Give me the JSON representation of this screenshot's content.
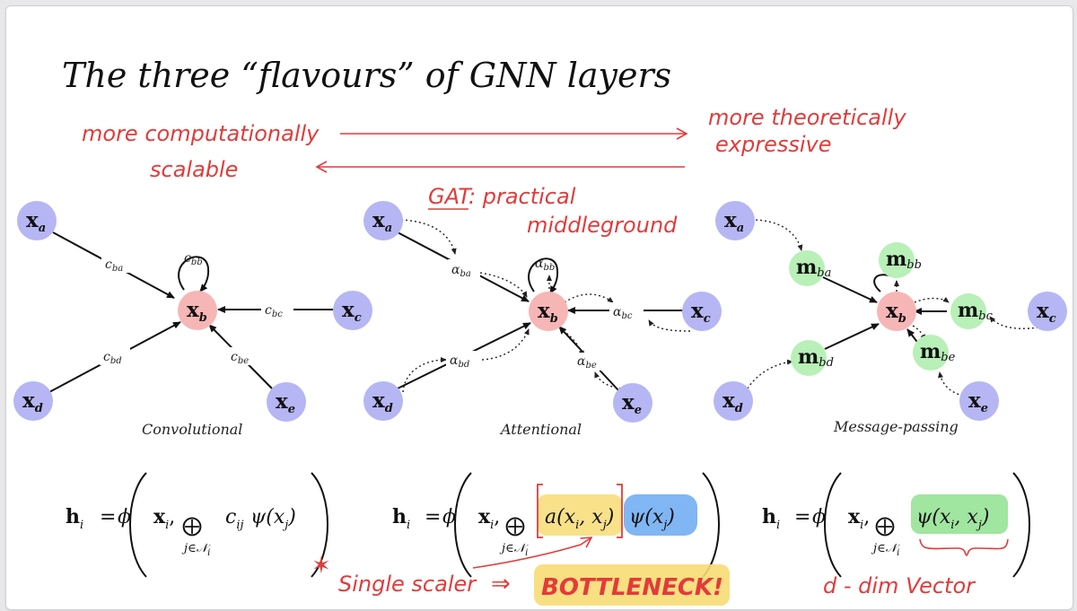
{
  "title": "The three “flavours” of GNN layers",
  "annotations": {
    "left_line1": "more  computationally",
    "left_line2": "scalable",
    "right_line1": "more  theoretically",
    "right_line2": "expressive",
    "gat_label": "GAT",
    "gat_rest": ":  practical",
    "gat_line2": "middleground",
    "single_scalar": "Single  scaler",
    "bottleneck": "BOTTLENECK!",
    "vector": "d - dim   Vector"
  },
  "nodes": {
    "xa": {
      "main": "x",
      "sub": "a"
    },
    "xb": {
      "main": "x",
      "sub": "b"
    },
    "xc": {
      "main": "x",
      "sub": "c"
    },
    "xd": {
      "main": "x",
      "sub": "d"
    },
    "xe": {
      "main": "x",
      "sub": "e"
    }
  },
  "conv_labels": {
    "ba": "c",
    "ba_sub": "ba",
    "bb": "c",
    "bb_sub": "bb",
    "bc": "c",
    "bc_sub": "bc",
    "bd": "c",
    "bd_sub": "bd",
    "be": "c",
    "be_sub": "be"
  },
  "att_labels": {
    "ba": "α",
    "ba_sub": "ba",
    "bb": "α",
    "bb_sub": "bb",
    "bc": "α",
    "bc_sub": "bc",
    "bd": "α",
    "bd_sub": "bd",
    "be": "α",
    "be_sub": "be"
  },
  "mp_labels": {
    "ba": "m",
    "ba_sub": "ba",
    "bb": "m",
    "bb_sub": "bb",
    "bc": "m",
    "bc_sub": "bc",
    "bd": "m",
    "bd_sub": "bd",
    "be": "m",
    "be_sub": "be"
  },
  "captions": {
    "conv": "Convolutional",
    "att": "Attentional",
    "mp": "Message-passing"
  },
  "equations": {
    "h": "h",
    "h_sub": "i",
    "eq": "=",
    "phi": "ϕ",
    "x": "x",
    "x_sub": "i",
    "comma": ",",
    "oplus": "⨁",
    "under": "j∈𝒩",
    "under_sub": "i",
    "conv_coef": "c",
    "conv_coef_sub": "ij",
    "psi_xj": "ψ(x",
    "j_sub": "j",
    "close": ")",
    "att_a": "a(x",
    "att_i": "i",
    "att_mid": ", x",
    "att_j": "j",
    "mp_psi": "ψ(x",
    "mp_i": "i",
    "mp_mid": ", x",
    "mp_j": "j"
  },
  "colors": {
    "node_blue": "#b6b6f4",
    "node_pink": "#f7b6b6",
    "node_green": "#b8f0b8",
    "hand_red": "#e23b3b",
    "highlight_yellow": "#f7dc74",
    "highlight_blue": "#6aa9f2",
    "highlight_green": "#8fe08f"
  }
}
